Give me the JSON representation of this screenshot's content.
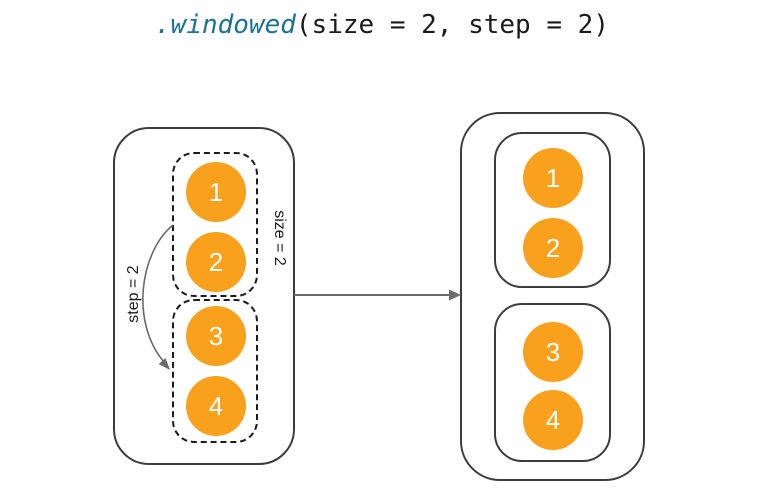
{
  "title": {
    "function": ".windowed",
    "args": "(size = 2, step = 2)"
  },
  "input": {
    "items": [
      "1",
      "2",
      "3",
      "4"
    ],
    "size_label": "size = 2",
    "step_label": "step = 2",
    "windows": [
      {
        "items": [
          "1",
          "2"
        ]
      },
      {
        "items": [
          "3",
          "4"
        ]
      }
    ]
  },
  "output": {
    "windows": [
      {
        "items": [
          "1",
          "2"
        ]
      },
      {
        "items": [
          "3",
          "4"
        ]
      }
    ]
  },
  "icons": {
    "flow_arrow": "right-arrow",
    "step_arrow": "curved-down-arrow"
  },
  "colors": {
    "circle_fill": "#f9a11c",
    "circle_text": "#ffffff",
    "function_name": "#1b7191",
    "code_text": "#1a1a1a",
    "box_border": "#3c3c3c",
    "dashed_border": "#1c1c1c",
    "arrow": "#6b6b6b",
    "background": "#ffffff"
  }
}
